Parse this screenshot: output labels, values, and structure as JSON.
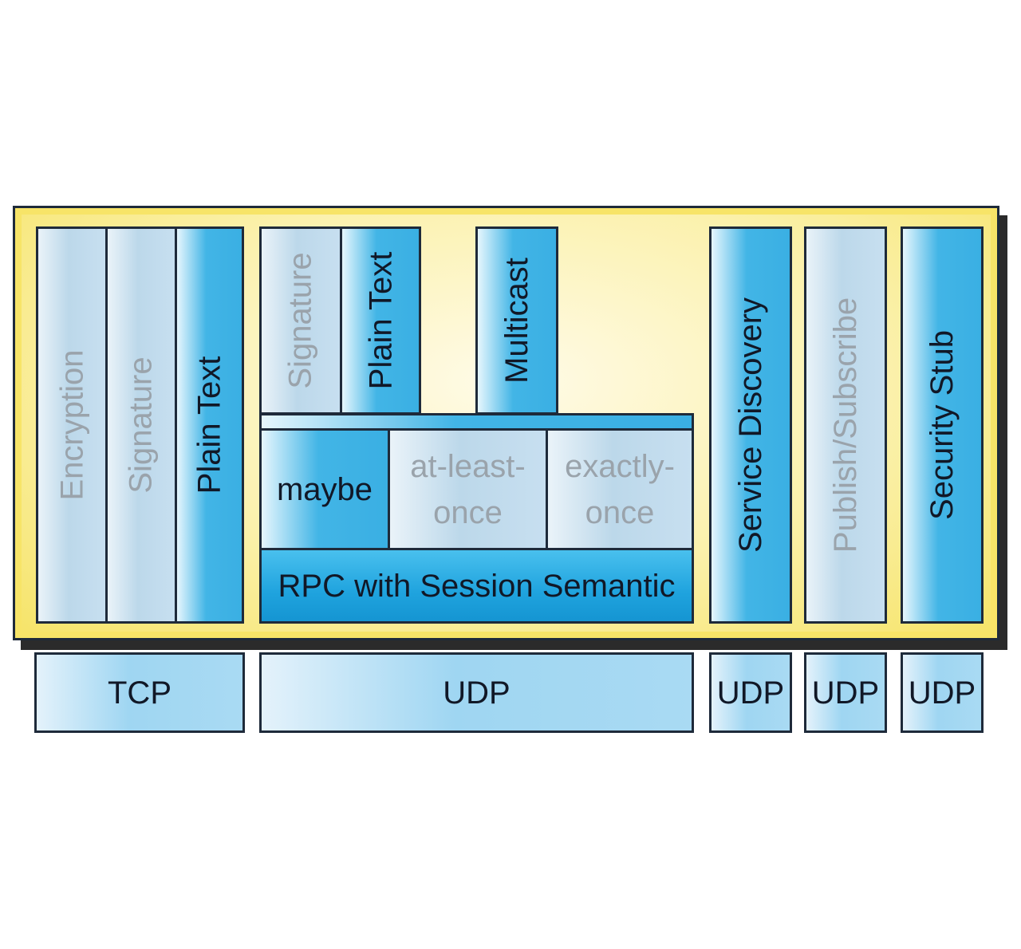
{
  "layers": {
    "col1": [
      "Encryption",
      "Signature",
      "Plain Text"
    ],
    "col2_top": [
      "Signature",
      "Plain Text"
    ],
    "multicast": "Multicast",
    "semantics": [
      {
        "line1": "maybe",
        "line2": ""
      },
      {
        "line1": "at-least-",
        "line2": "once"
      },
      {
        "line1": "exactly-",
        "line2": "once"
      }
    ],
    "rpc": "RPC with Session Semantic",
    "service_discovery": "Service Discovery",
    "publish_subscribe": "Publish/Subscribe",
    "security_stub": "Security Stub"
  },
  "transport": [
    "TCP",
    "UDP",
    "UDP",
    "UDP",
    "UDP"
  ],
  "colors": {
    "frame_yellow": "#f7e468",
    "strong_blue": "#3aafe3",
    "light_blue": "#c7dff0",
    "outline": "#1e2a3a"
  }
}
